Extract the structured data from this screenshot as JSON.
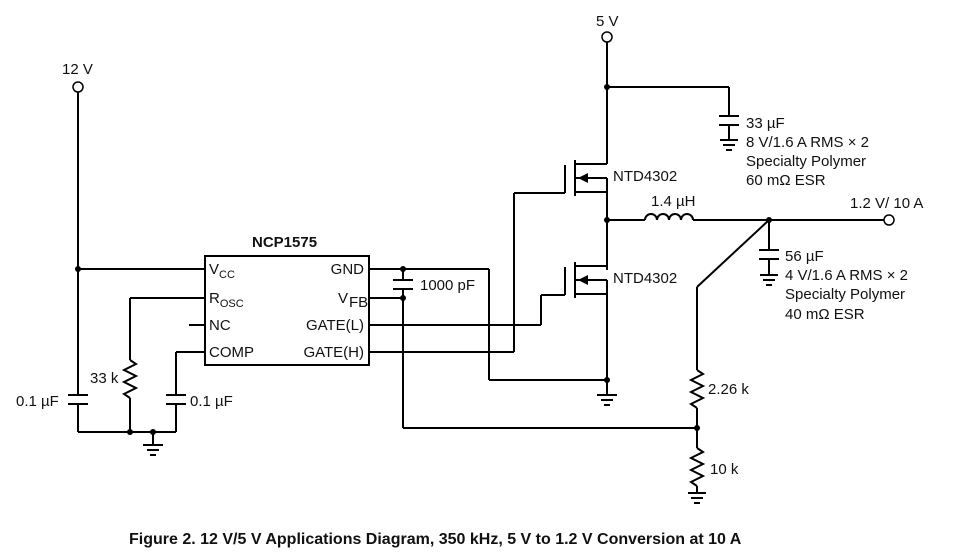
{
  "caption": "Figure 2. 12 V/5 V Applications Diagram, 350 kHz, 5 V to 1.2 V Conversion at 10 A",
  "supplies": {
    "v12": "12 V",
    "v5": "5 V",
    "vout": "1.2 V/ 10 A"
  },
  "ic": {
    "name": "NCP1575",
    "pins_left": {
      "vcc_main": "V",
      "vcc_sub": "CC",
      "rosc_main": "R",
      "rosc_sub": "OSC",
      "nc": "NC",
      "comp": "COMP"
    },
    "pins_right": {
      "gnd": "GND",
      "vfb_main": "V",
      "vfb_sub": "FB",
      "gate_l": "GATE(L)",
      "gate_h": "GATE(H)"
    }
  },
  "components": {
    "c_vcc": "0.1 µF",
    "r_osc": "33 k",
    "c_comp": "0.1 µF",
    "c_1000p": "1000 pF",
    "q_high": "NTD4302",
    "q_low": "NTD4302",
    "inductor": "1.4 µH",
    "c_in": [
      "33 µF",
      "8 V/1.6 A RMS × 2",
      "Specialty Polymer",
      "60 mΩ ESR"
    ],
    "c_out": [
      "56 µF",
      "4 V/1.6 A RMS × 2",
      "Specialty Polymer",
      "40 mΩ ESR"
    ],
    "r_fb_top": "2.26 k",
    "r_fb_bot": "10 k"
  }
}
